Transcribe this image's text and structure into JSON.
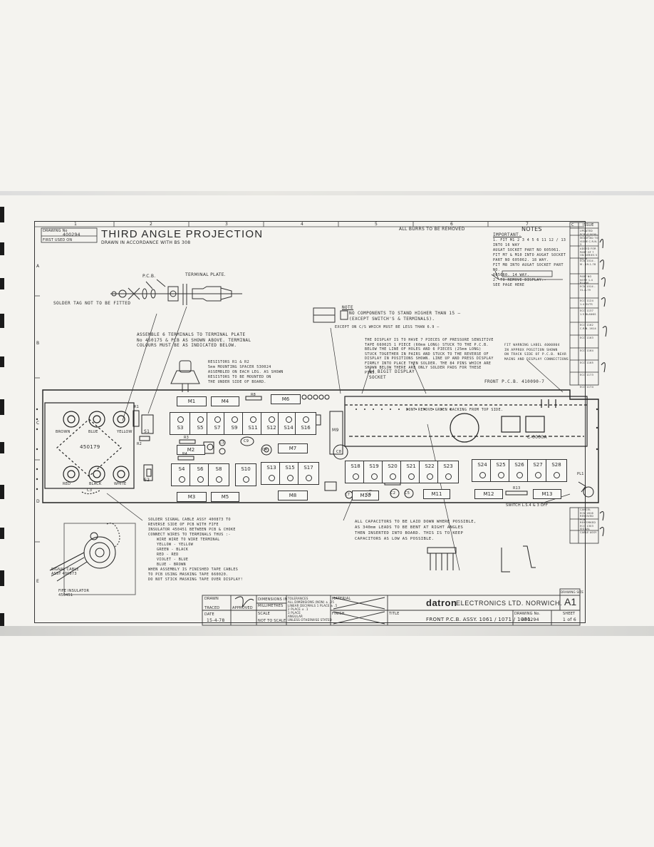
{
  "drawing": {
    "number_label": "DRAWING No",
    "number": "400294",
    "first_used_on": "FIRST USED ON",
    "title": "THIRD ANGLE PROJECTION",
    "subtitle": "DRAWN IN ACCORDANCE WITH BS 308",
    "burrs": "ALL BURRS TO BE REMOVED",
    "grid_cols": [
      "1",
      "2",
      "3",
      "4",
      "5",
      "6",
      "7"
    ],
    "grid_rows": [
      "A",
      "B",
      "C",
      "D",
      "E"
    ]
  },
  "notes": {
    "heading": "NOTES",
    "important": "IMPORTANT.",
    "lines": [
      "1. FIT M1 2 3 4 5 6 11 12 / 13 INTO 16 WAY",
      "AUGAT SOCKET PART NO 605061.",
      "FIT M7 & M10 INTO AUGAT SOCKET",
      "PART NO 605062. 18 WAY.",
      "FIT M8 INTO AUGAT SOCKET PART NO.",
      "605060. 14 WAY.",
      "2. TO REMOVE DISPLAY:-",
      "SEE PAGE HERE"
    ]
  },
  "assembly": {
    "pcb": "P.C.B.",
    "terminal_plate": "TERMINAL PLATE.",
    "solder_tag": "SOLDER TAG NOT TO BE FITTED",
    "instr1": "ASSEMBLE 6 TERMINALS TO TERMINAL PLATE",
    "instr2": "No 450175 & PCB AS SHOWN ABOVE. TERMINAL",
    "instr3": "COLOURS MUST BE AS INDICATED BELOW.",
    "resistors": [
      "RESISTORS R1 & R2",
      "5mm MOUNTING SPACER 530024",
      "ASSEMBLED ON EACH LEG. AS SHOWN",
      "RESISTORS TO BE MOUNTED ON",
      "THE UNDER SIDE OF BOARD."
    ]
  },
  "component_note": {
    "title": "NOTE",
    "line1": "NO COMPONENTS TO STAND HIGHER THAN 15 —",
    "line2": "(EXCEPT SWITCH'S & TERMINALS).",
    "line3": "EXCEPT ON C/S WHICH MUST BE LESS THAN 6.9 —"
  },
  "display_note": [
    "THE DISPLAY IS TO HAVE 7 PIECES OF PRESSURE SENSITIVE",
    "TAPE 660025 1 PIECE (60mm LONG) STUCK TO THE P.C.B.",
    "BELOW THE LINE OF HOLES AND 6 PIECES (25mm LONG)",
    "STUCK TOGETHER IN PAIRS AND STUCK TO THE REVERSE OF",
    "DISPLAY IN POSITIONS SHOWN. LINE UP AND PRESS DISPLAY",
    "FIRMLY INTO PLACE THEN SOLDER. THE 84 PINS WHICH ARE",
    "SHOWN BELOW THERE ARE ONLY SOLDER PADS FOR THESE",
    "PINS."
  ],
  "warning_label": [
    "FIT WARNING LABEL 4000804",
    "IN APPROX POSITION SHOWN",
    "ON TRACK SIDE OF P.C.B. NEAR",
    "MAINS AND DISPLAY CONNECTIONS"
  ],
  "pcb": {
    "label": "FRONT P.C.B. 410090-7",
    "socket": "84 BIGIT DISPLAY",
    "socket2": "SOCKET",
    "backing": "DONT REMOVE GREEN BACKING FROM TOP SIDE.",
    "display_code": "C-0000A",
    "terminal_block": "450179",
    "terminals": [
      "BROWN",
      "BLUE",
      "YELLOW",
      "RED",
      "BLACK",
      "WHITE"
    ],
    "c3": "C3",
    "r1": "R1",
    "r2": "R2",
    "switches_top": [
      "S3",
      "S5",
      "S7",
      "S9",
      "S11",
      "S12",
      "S14",
      "S16"
    ],
    "switches_bottom": [
      "S4",
      "S6",
      "S8",
      "S10",
      "S13",
      "S15",
      "S17"
    ],
    "switches_right": [
      "S18",
      "S19",
      "S20",
      "S21",
      "S22",
      "S23",
      "S24",
      "S25",
      "S26",
      "S27",
      "S28"
    ],
    "s1": "S1",
    "s2": "S2",
    "modules": [
      "M1",
      "M4",
      "M6",
      "M2",
      "M7",
      "M3",
      "M5",
      "M8",
      "M10",
      "M11",
      "M12",
      "M13",
      "M9"
    ],
    "r8": "R8",
    "r3": "R3",
    "r4": "R4",
    "r13": "R13",
    "c8": "C8",
    "c9": "C9",
    "c1": "C1",
    "c2": "C2",
    "c4": "C4",
    "c5": "C5",
    "c6": "C6",
    "c7": "C7",
    "pl1": "PL1",
    "s_links": "SWITCH L.S.4 & 3 OFF"
  },
  "wiring": [
    "SOLDER SIGNAL CABLE ASSY 400873 TO",
    "REVERSE SIDE OF PCB WITH FIFE",
    "INSULATOR 450451 BETWEEN PCB & CHOKE",
    "CONNECT WIRES TO TERMINALS THUS :-",
    "WIRE WIRE TO WIRE TERMINAL",
    "YELLOW - YELLOW",
    "GREEN - BLACK",
    "RED - RED",
    "VIOLET - BLUE",
    "BLUE - BROWN",
    "WHEN ASSEMBLY IS FINISHED TAPE CABLES",
    "TO PCB USING MASKING TAPE 660020.",
    "DO NOT STICK MASKING TAPE OVER DISPLAY!"
  ],
  "capacitor_note": [
    "ALL CAPACITORS TO BE LAID DOWN WHERE POSSIBLE,",
    "AS 340mm LEADS TO BE BENT AT RIGHT ANGLES",
    "THEN INSERTED INTO BOARD. THIS IS TO KEEP",
    "CAPACITORS AS LOW AS POSSIBLE."
  ],
  "ferrite": [
    "SIGNAL CABLE",
    "ASSY 400873",
    "FIFE INSULATOR",
    "450451"
  ],
  "titleblock": {
    "company": "datron",
    "company_rest": "ELECTRONICS LTD. NORWICH.",
    "title_label": "TITLE",
    "title": "FRONT P.C.B. ASSY. 1061 / 1071 / 1081.",
    "drawn": "DRAWN",
    "traced": "TRACED",
    "approved": "APPROVED",
    "date": "DATE",
    "date_value": "15-4-78",
    "scale": "SCALE",
    "scale_value": "NOT TO SCALE",
    "dimensions": "DIMENSIONS IN",
    "dim_value": "MILLIMETRES",
    "tolerances": [
      "TOLERANCES",
      "ALL DIMENSIONS (NON) ± .25",
      "LINEAR DECIMALS 1 PLACE ± .5",
      "2 PLACE ± .1",
      "3 PLACE",
      "ANGULAR",
      "UNLESS OTHERWISE STATED"
    ],
    "material": "MATERIAL",
    "finish": "FINISH",
    "drawing_size": "DRAWING SIZE",
    "size": "A1",
    "drawing_no": "DRAWING No.",
    "number": "400294",
    "sheet": "SHEET",
    "sheet_value": "1 of 6"
  },
  "revisions": {
    "header": [
      "C",
      "ISSUE"
    ],
    "rows": [
      "UPDATED PCB 410090-6/6 ALT",
      "MODIFIED TO ISSUE C.R.N. 3",
      "ADDED FOR PART OF 7 ON SERIES 5 NO M",
      "ECN 1014 - M - 19-1-78",
      "PART NO NOTE 1.4 BLANK",
      "ECN 1014 - 31-8-79",
      "ECO 1124 1.4 OUTS",
      "ECO 1137 1.5 BLANKS",
      "ECO 1162 C.R.N. 1614",
      "ECO 1163",
      "ECO 1164",
      "ECO 1165",
      "ECO 1173",
      "ECO 1174"
    ]
  },
  "side_rev": [
    "CANCEL",
    "ECN 1616",
    "REMOVED PCB",
    "REWORKED",
    "ECO 1303",
    "SIGNAL CABLE ASSY"
  ]
}
